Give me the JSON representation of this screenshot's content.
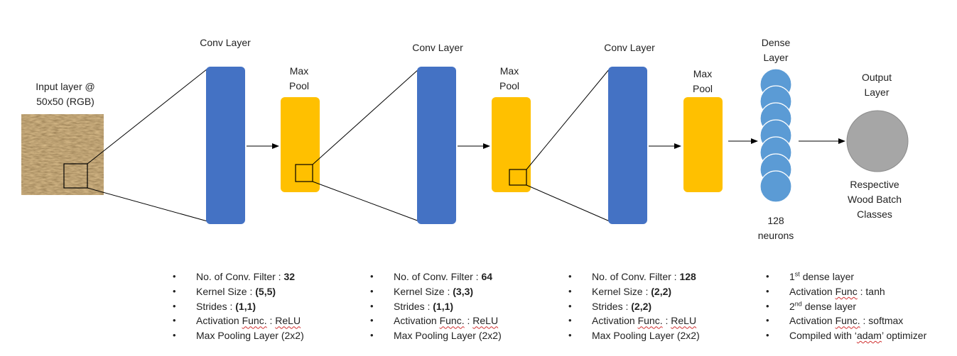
{
  "labels": {
    "input": "Input layer @\n50x50 (RGB)",
    "conv1": "Conv Layer",
    "pool1": "Max\nPool",
    "conv2": "Conv Layer",
    "pool2": "Max\nPool",
    "conv3": "Conv Layer",
    "pool3": "Max\nPool",
    "dense": "Dense\nLayer",
    "dense_count": "128\nneurons",
    "output": "Output\nLayer",
    "output_desc": "Respective\nWood Batch\nClasses"
  },
  "colors": {
    "conv": "#4472C4",
    "pool": "#FFC000",
    "neuron": "#5B9BD5",
    "output": "#A6A6A6",
    "texture": "#7a5a2e"
  },
  "details": {
    "col1": [
      {
        "key": "No. of Conv. Filter : ",
        "value": "32"
      },
      {
        "key": "Kernel Size : ",
        "value": "(5,5)"
      },
      {
        "key": "Strides : ",
        "value": "(1,1)"
      },
      {
        "pre": "Activation ",
        "sq": "Func.",
        "post": " : ",
        "sq2": "ReLU"
      },
      {
        "key": "Max Pooling Layer (2x2)",
        "value": ""
      }
    ],
    "col2": [
      {
        "key": "No. of Conv. Filter : ",
        "value": "64"
      },
      {
        "key": "Kernel Size : ",
        "value": "(3,3)"
      },
      {
        "key": "Strides : ",
        "value": "(1,1)"
      },
      {
        "pre": "Activation ",
        "sq": "Func.",
        "post": " : ",
        "sq2": "ReLU"
      },
      {
        "key": "Max Pooling Layer (2x2)",
        "value": ""
      }
    ],
    "col3": [
      {
        "key": "No. of Conv. Filter : ",
        "value": "128"
      },
      {
        "key": "Kernel Size : ",
        "value": "(2,2)"
      },
      {
        "key": "Strides : ",
        "value": "(2,2)"
      },
      {
        "pre": "Activation ",
        "sq": "Func.",
        "post": " : ",
        "sq2": "ReLU"
      },
      {
        "key": "Max Pooling Layer (2x2)",
        "value": ""
      }
    ],
    "col4": {
      "l1_num": "1",
      "l1_sup": "st",
      "l1_rest": " dense layer",
      "l2_pre": "Activation ",
      "l2_sq": "Func",
      "l2_post": " : tanh",
      "l3_num": "2",
      "l3_sup": "nd",
      "l3_rest": " dense layer",
      "l4_pre": "Activation ",
      "l4_sq": "Func.",
      "l4_post": " : softmax",
      "l5_pre": "Compiled with ‘",
      "l5_sq": "adam",
      "l5_post": "’ optimizer"
    }
  }
}
